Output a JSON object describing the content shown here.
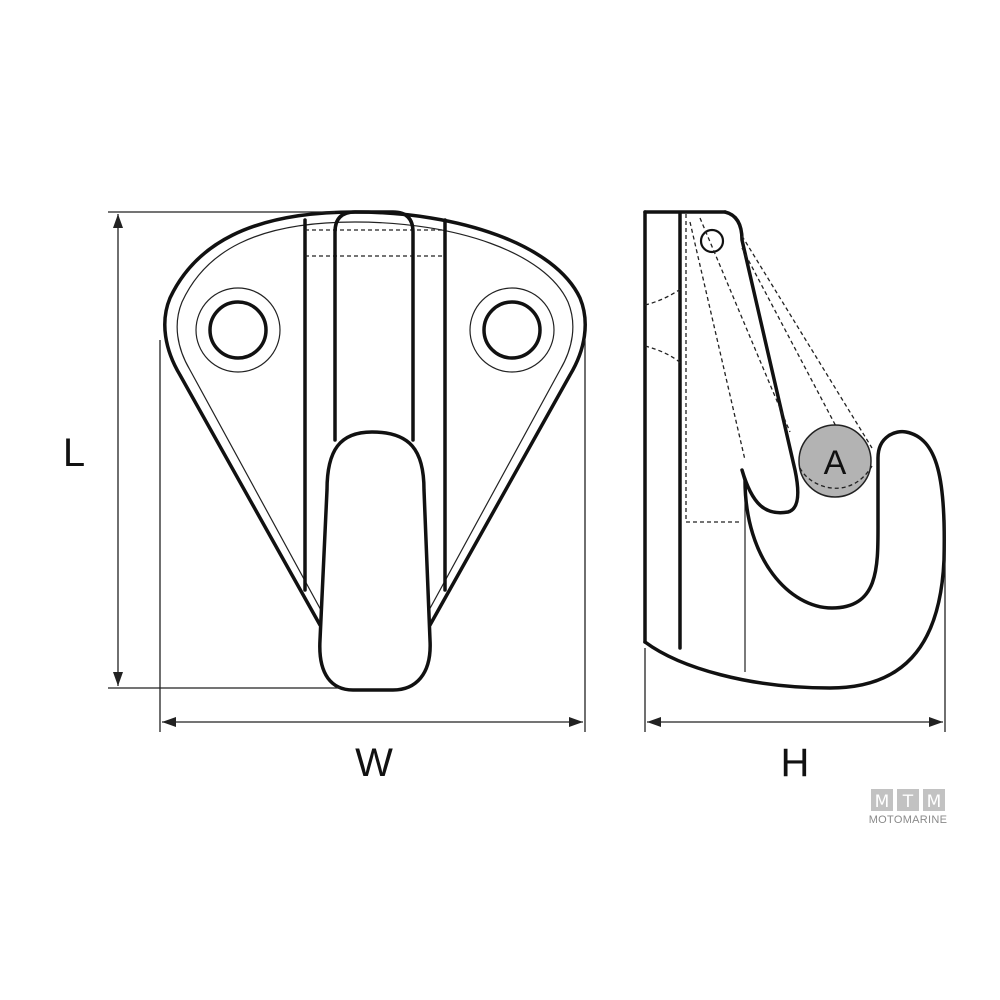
{
  "dimensions": {
    "length_label": "L",
    "width_label": "W",
    "height_label": "H",
    "opening_label": "A"
  },
  "logo": {
    "letters": [
      "M",
      "T",
      "M"
    ],
    "wordmark": "MOTOMARINE"
  },
  "colors": {
    "line": "#111111",
    "opening_fill": "#b3b3b3",
    "logo_box": "#c2c2c2",
    "logo_text": "#8a8a8a"
  }
}
